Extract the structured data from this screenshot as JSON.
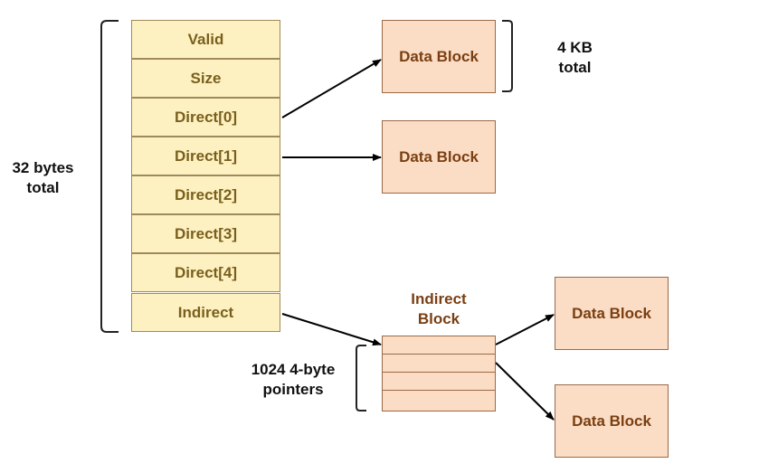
{
  "inode": {
    "fields": [
      "Valid",
      "Size",
      "Direct[0]",
      "Direct[1]",
      "Direct[2]",
      "Direct[3]",
      "Direct[4]",
      "Indirect"
    ],
    "size_label_line1": "32 bytes",
    "size_label_line2": "total"
  },
  "data_block_label": "Data Block",
  "block_size_label_line1": "4 KB",
  "block_size_label_line2": "total",
  "indirect": {
    "title_line1": "Indirect",
    "title_line2": "Block",
    "pointers_label_line1": "1024 4-byte",
    "pointers_label_line2": "pointers"
  },
  "colors": {
    "field_fill": "#fdf1c2",
    "field_text": "#7a5f1c",
    "block_fill": "#fbdcc4",
    "block_text": "#7a3f12"
  }
}
